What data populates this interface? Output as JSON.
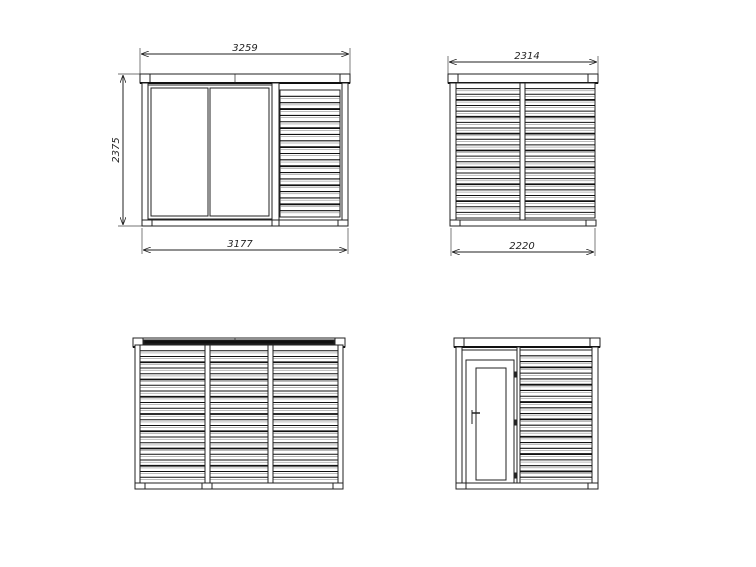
{
  "views": [
    {
      "name": "front-elevation",
      "dimensions": {
        "top": "3259",
        "left": "2375",
        "bottom": "3177"
      }
    },
    {
      "name": "side-elevation",
      "dimensions": {
        "top": "2314",
        "bottom": "2220"
      }
    },
    {
      "name": "rear-elevation",
      "dimensions": {}
    },
    {
      "name": "side-door-elevation",
      "dimensions": {}
    }
  ],
  "colors": {
    "line": "#222222",
    "background": "#ffffff"
  }
}
